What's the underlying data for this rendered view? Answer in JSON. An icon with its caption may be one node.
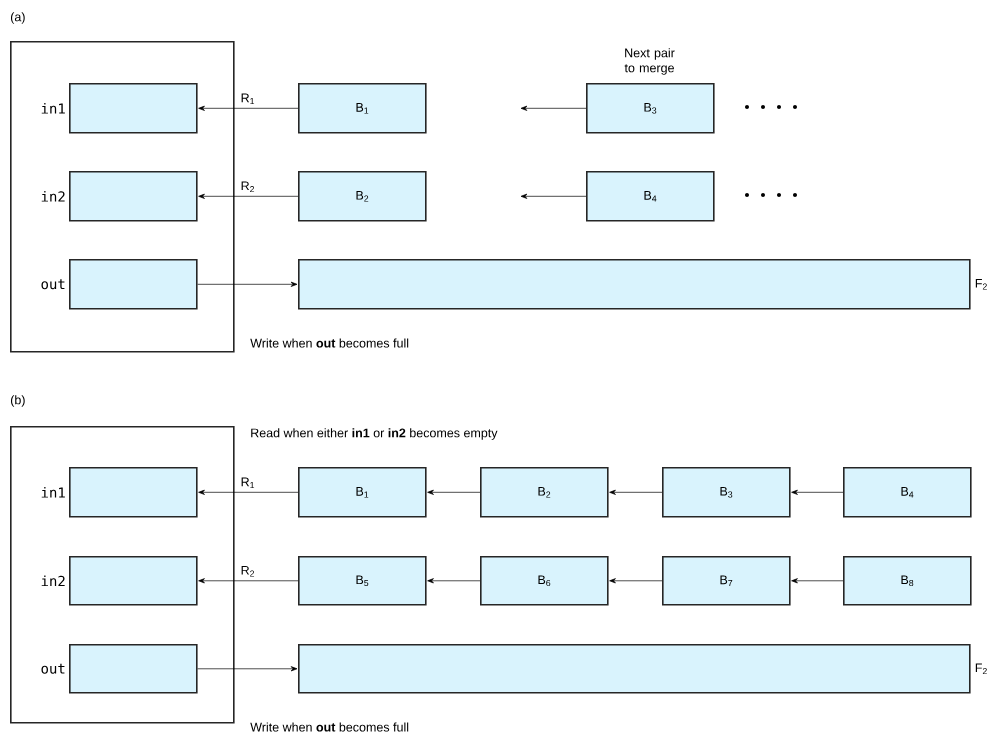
{
  "diagram": {
    "nodes": [
      {
        "text": [],
        "shape": "box"
      },
      {
        "text": [
          "in1"
        ],
        "in": 0
      },
      {
        "text": [
          "in2"
        ],
        "in": 0
      },
      {
        "text": [
          "out"
        ],
        "in": 0
      },
      {
        "text": [
          "B$_{1}$"
        ]
      },
      {
        "text": [
          "B$_{2}$"
        ]
      },
      {
        "text": [
          "B$_{3}$"
        ],
        "beside": [
          "Next pair to merge"
        ]
      },
      {
        "text": [
          "B$_{4}$"
        ]
      },
      {
        "text": [
          "F$_{2}$"
        ]
      },
      {
        "text": [],
        "shape": "box"
      },
      {
        "text": [
          "in1"
        ],
        "in": 9
      },
      {
        "text": [
          "in2"
        ],
        "in": 9
      },
      {
        "text": [
          "out"
        ],
        "in": 9
      },
      {
        "text": [
          "B$_{1}$"
        ]
      },
      {
        "text": [
          "B$_{2}$"
        ]
      },
      {
        "text": [
          "B$_{3}$"
        ]
      },
      {
        "text": [
          "B$_{4}$"
        ]
      },
      {
        "text": [
          "B$_{5}$"
        ]
      },
      {
        "text": [
          "B$_{6}$"
        ]
      },
      {
        "text": [
          "B$_{7}$"
        ]
      },
      {
        "text": [
          "B$_{8}$"
        ]
      },
      {
        "text": [
          "F$_{2}$"
        ]
      }
    ],
    "edges": [
      {
        "from": 4,
        "to": 1,
        "arrow": "to",
        "label": "R$_{1}$"
      },
      {
        "from": 5,
        "to": 2,
        "arrow": "to",
        "label": "R$_{2}$"
      },
      {
        "from": 6,
        "to": null,
        "arrow": "to"
      },
      {
        "from": 7,
        "to": null,
        "arrow": "to"
      },
      {
        "from": 3,
        "to": 8,
        "arrow": "to"
      },
      {
        "from": 13,
        "to": 10,
        "arrow": "to",
        "label": "R$_{1}$"
      },
      {
        "from": 14,
        "to": 13,
        "arrow": "to"
      },
      {
        "from": 15,
        "to": 14,
        "arrow": "to"
      },
      {
        "from": 16,
        "to": 15,
        "arrow": "to"
      },
      {
        "from": 17,
        "to": 11,
        "arrow": "to",
        "label": "R$_{2}$"
      },
      {
        "from": 18,
        "to": 17,
        "arrow": "to"
      },
      {
        "from": 19,
        "to": 18,
        "arrow": "to"
      },
      {
        "from": 20,
        "to": 19,
        "arrow": "to"
      },
      {
        "from": 12,
        "to": 21,
        "arrow": "to"
      }
    ],
    "labels": [
      "(a)",
      "Write when **out** becomes full",
      "(b)",
      "Read when either **in1** or **in2** becomes empty",
      "Write when **out** becomes full"
    ]
  }
}
